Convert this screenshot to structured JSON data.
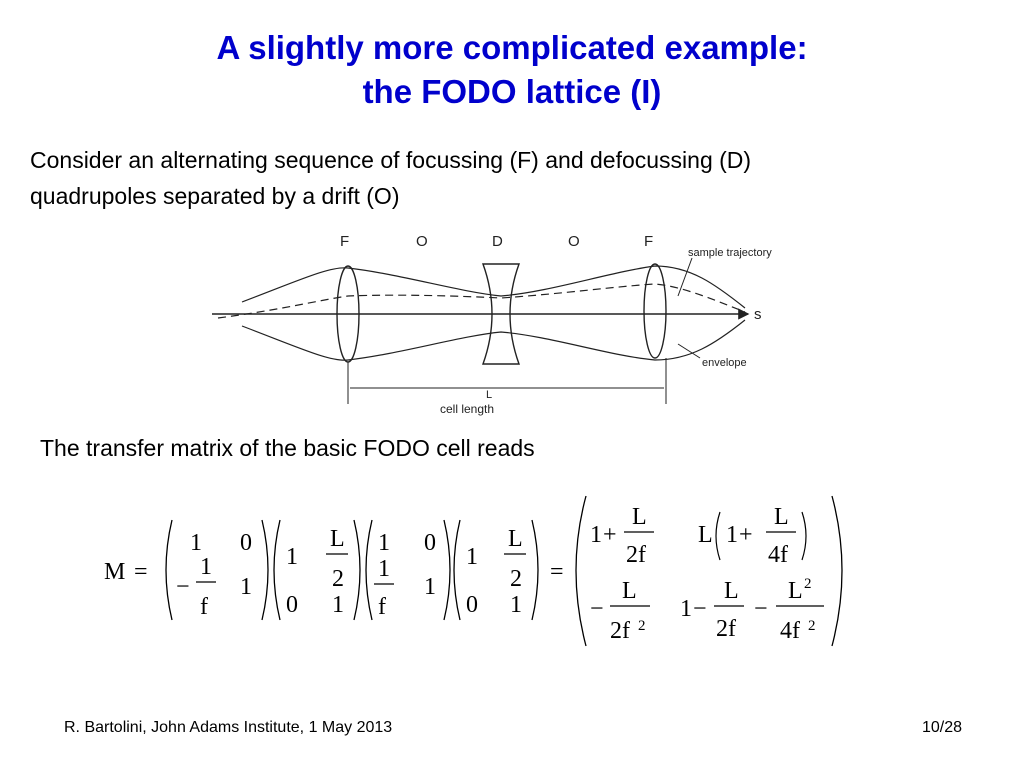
{
  "slide": {
    "title_line1": "A slightly more complicated example:",
    "title_line2": "the FODO lattice (I)",
    "intro_line1": "Consider an alternating sequence of focussing (F) and defocussing (D)",
    "intro_line2": "quadrupoles separated by a drift (O)",
    "transfer_text": "The transfer matrix of the basic FODO cell reads"
  },
  "figure": {
    "element_labels": [
      "F",
      "O",
      "D",
      "O",
      "F"
    ],
    "trajectory_label": "sample trajectory",
    "envelope_label": "envelope",
    "axis_label": "s",
    "length_label": "L",
    "cell_length_label": "cell length"
  },
  "equation": {
    "M": "M",
    "equals": "=",
    "one": "1",
    "zero": "0",
    "minus": "−",
    "plus": "+",
    "f": "f",
    "L": "L",
    "two": "2",
    "two_f": "2f",
    "four_f": "4f",
    "sq": "2"
  },
  "footer": {
    "author": "R. Bartolini, John Adams Institute, 1 May 2013",
    "page": "10/28"
  }
}
